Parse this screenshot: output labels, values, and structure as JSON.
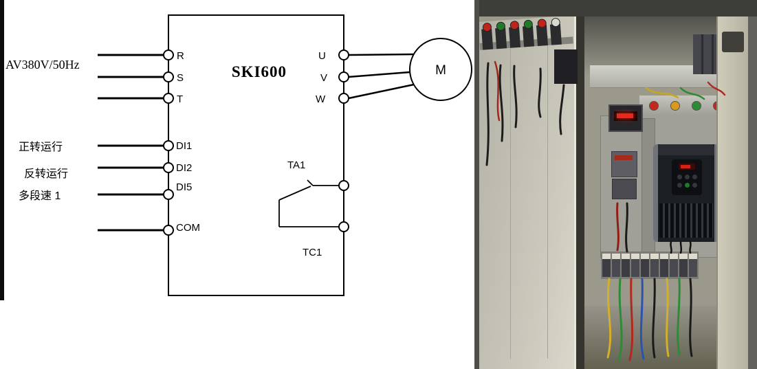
{
  "diagram": {
    "device_label": "SKI600",
    "input_label": "AV380V/50Hz",
    "input_terminals": [
      "R",
      "S",
      "T"
    ],
    "digital_inputs": [
      "DI1",
      "DI2",
      "DI5"
    ],
    "digital_input_functions": [
      "正转运行",
      "反转运行",
      "多段速 1"
    ],
    "common_terminal": "COM",
    "output_terminals": [
      "U",
      "V",
      "W"
    ],
    "motor_label": "M",
    "relay_output_terminals": [
      "TA1",
      "TC1"
    ]
  },
  "photo": {
    "colors": {
      "wall": "#3d3d39",
      "cabinet_frame": "#c6c3b2",
      "door": "#c9c7ba",
      "interior": "#9b998c",
      "mounting_plate": "#a0a098",
      "vfd_body": "#1b1e22",
      "meter_display": "#e8281a",
      "wire_red": "#b3281e",
      "wire_green": "#2e8b35",
      "wire_yellow": "#d4b02a",
      "wire_blue": "#2a52b0",
      "wire_black": "#1a1a1a"
    }
  }
}
